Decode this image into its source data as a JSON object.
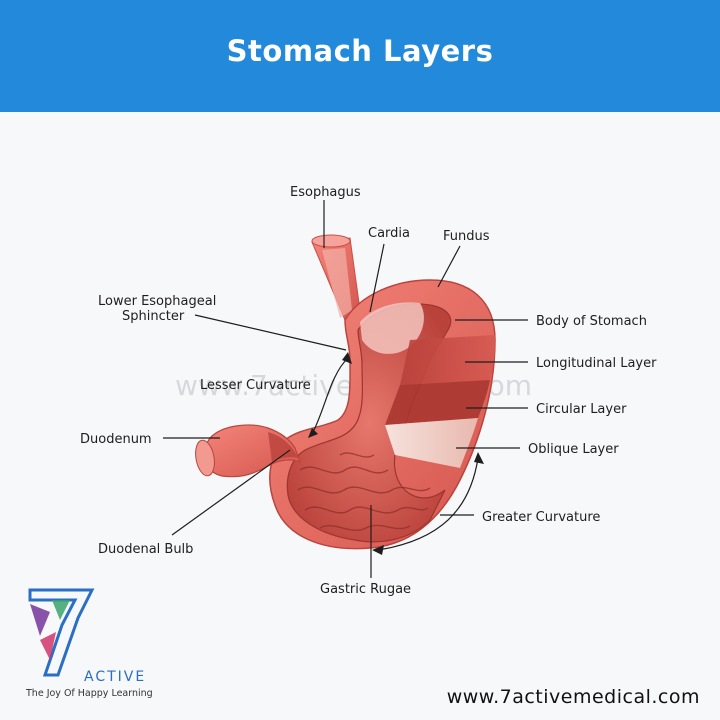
{
  "header": {
    "title": "Stomach Layers"
  },
  "labels": {
    "esophagus": "Esophagus",
    "cardia": "Cardia",
    "fundus": "Fundus",
    "les_line1": "Lower Esophageal",
    "les_line2": "Sphincter",
    "body": "Body of Stomach",
    "longitudinal": "Longitudinal Layer",
    "lesser": "Lesser Curvature",
    "circular": "Circular Layer",
    "duodenum": "Duodenum",
    "oblique": "Oblique Layer",
    "greater": "Greater Curvature",
    "bulb": "Duodenal Bulb",
    "rugae": "Gastric Rugae"
  },
  "watermark": "www.7activemedical.com",
  "footer": {
    "website": "www.7activemedical.com",
    "brand": "ACTIVE",
    "tagline": "The Joy Of Happy Learning"
  },
  "colors": {
    "header": "#2289db",
    "stomach": "#e8675e",
    "inner": "#f09a92",
    "muscle": "#c0443c",
    "oblique": "#f3d6cf"
  }
}
